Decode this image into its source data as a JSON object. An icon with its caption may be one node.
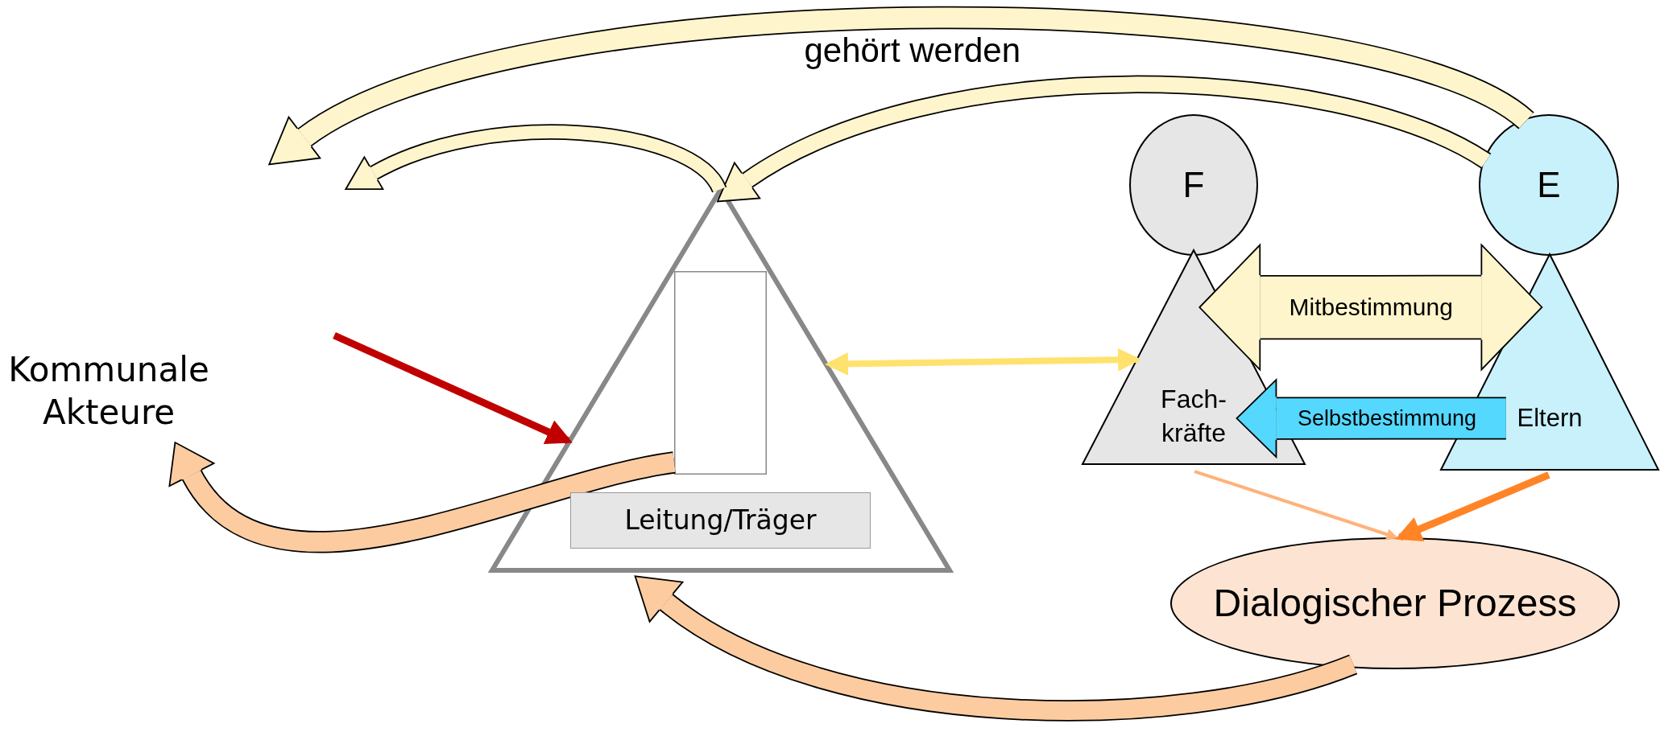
{
  "diagram": {
    "nodes": [
      {
        "text": [
          "Kommunale Akteure"
        ]
      },
      {
        "text": [],
        "shape": "triangle"
      },
      {
        "text": [],
        "shape": "box",
        "in": 1
      },
      {
        "text": [
          "Leitung/Träger"
        ],
        "in": 1
      },
      {
        "text": [
          "F"
        ]
      },
      {
        "text": [
          "Fach- kräfte"
        ]
      },
      {
        "text": [
          "E"
        ]
      },
      {
        "text": [
          "Eltern"
        ]
      },
      {
        "text": [
          "Dialogischer Prozess"
        ]
      }
    ],
    "edges": [
      {
        "from": 6,
        "to": null,
        "arrow": "to",
        "label": "gehört werden",
        "color": "#fff5cc"
      },
      {
        "from": 6,
        "to": 1,
        "arrow": "to",
        "color": "#fff5cc"
      },
      {
        "from": 1,
        "to": null,
        "arrow": "to",
        "color": "#fff5cc"
      },
      {
        "from": null,
        "to": 1,
        "arrow": "to",
        "color": "#c00000"
      },
      {
        "from": 2,
        "to": 0,
        "arrow": "to",
        "color": "#fccca0"
      },
      {
        "from": 8,
        "to": 1,
        "arrow": "to",
        "color": "#fccca0"
      },
      {
        "from": 1,
        "to": 5,
        "arrow": "both",
        "color": "#ffe26e"
      },
      {
        "from": 5,
        "to": 7,
        "arrow": "both",
        "label": "Mitbestimmung",
        "style": "thick",
        "color": "#fff5cc"
      },
      {
        "from": 7,
        "to": 5,
        "arrow": "to",
        "label": "Selbstbestimmung",
        "style": "thick",
        "color": "#55d8fe"
      },
      {
        "from": 5,
        "to": 8,
        "arrow": "to",
        "color": "#ffb27a"
      },
      {
        "from": 7,
        "to": 8,
        "arrow": "to",
        "color": "#ff8426"
      }
    ]
  }
}
